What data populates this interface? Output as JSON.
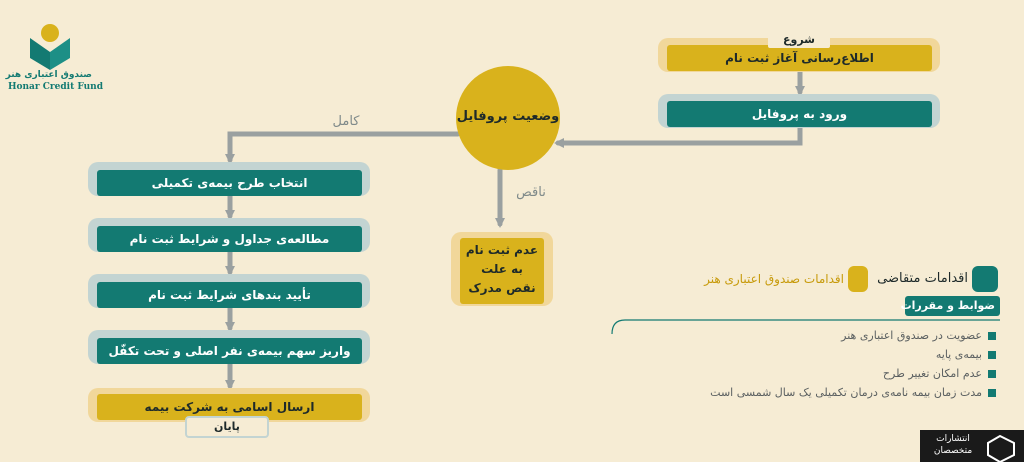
{
  "logo": {
    "name_fa": "صندوق اعتباری هنر",
    "name_en": "Honar Credit Fund"
  },
  "flow": {
    "start_tag": "شروع",
    "step_announce": "اطلاع‌رسانی آغاز ثبت نام",
    "step_login": "ورود به پروفایل",
    "decision": "وضعیت پروفایل",
    "branch_complete": "کامل",
    "branch_incomplete": "ناقص",
    "reject_box": [
      "عدم ثبت نام",
      "به علت",
      "نقص مدرک"
    ],
    "steps": [
      "انتخاب طرح بیمه‌ی تکمیلی",
      "مطالعه‌ی جداول و شرایط ثبت نام",
      "تأیید بندهای شرایط ثبت نام",
      "واریز سهم بیمه‌ی نفر اصلی و تحت تکفّل",
      "ارسال اسامی به شرکت بیمه"
    ],
    "end_tag": "پایان"
  },
  "legend": {
    "applicant": "اقدامات متقاضی",
    "fund": "اقدامات صندوق اعتباری هنر",
    "rules_title": "ضوابط و مقررات",
    "rules": [
      "عضویت در صندوق اعتباری هنر",
      "بیمه‌ی پایه",
      "عدم امکان تغییر طرح",
      "مدت زمان بیمه نامه‌ی درمان تکمیلی یک سال شمسی است"
    ]
  },
  "watermark": {
    "line1": "انتشارات",
    "line2": "متخصصان"
  },
  "colors": {
    "teal": "#137a72",
    "gold": "#d9b21c",
    "pale_gold": "#f1d79a",
    "pale_teal": "#c3d4d2",
    "arrow": "#9aa0a0",
    "background": "#f6ecd4"
  }
}
